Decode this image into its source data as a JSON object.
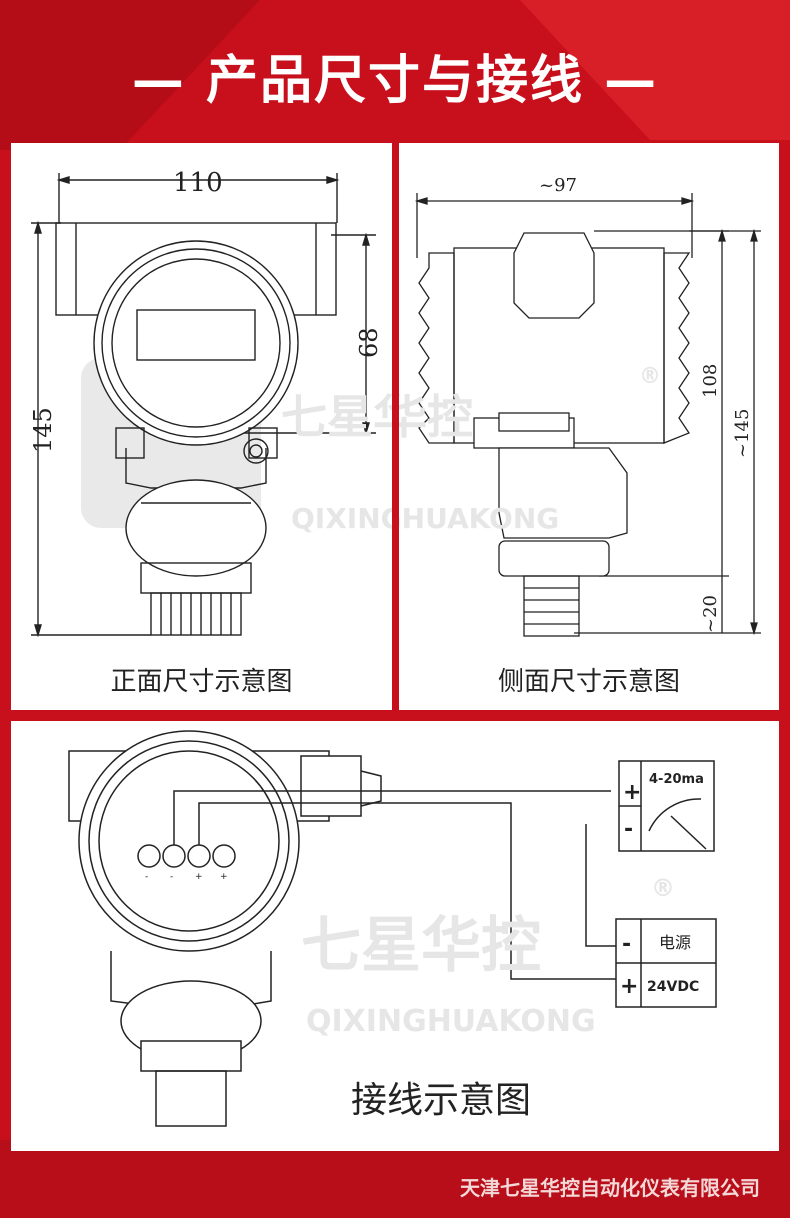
{
  "header": {
    "title": "— 产品尺寸与接线 —"
  },
  "front_view": {
    "caption": "正面尺寸示意图",
    "dim_width": "110",
    "dim_height": "145",
    "dim_head": "68"
  },
  "side_view": {
    "caption": "侧面尺寸示意图",
    "dim_width": "~97",
    "dim_head": "108",
    "dim_total": "~145",
    "dim_thread": "~20"
  },
  "wiring": {
    "caption": "接线示意图",
    "meter_label": "4-20ma",
    "plus": "+",
    "minus": "-",
    "power_label": "电源",
    "power_voltage": "24VDC",
    "terminal_signs": [
      "-",
      "-",
      "+",
      "+"
    ]
  },
  "watermark": {
    "brand_cn": "七星华控",
    "brand_en": "QIXINGHUAKONG",
    "registered": "®"
  },
  "footer": {
    "company": "天津七星华控自动化仪表有限公司"
  },
  "colors": {
    "background": "#c8101c",
    "panel": "#ffffff",
    "line": "#222222"
  }
}
